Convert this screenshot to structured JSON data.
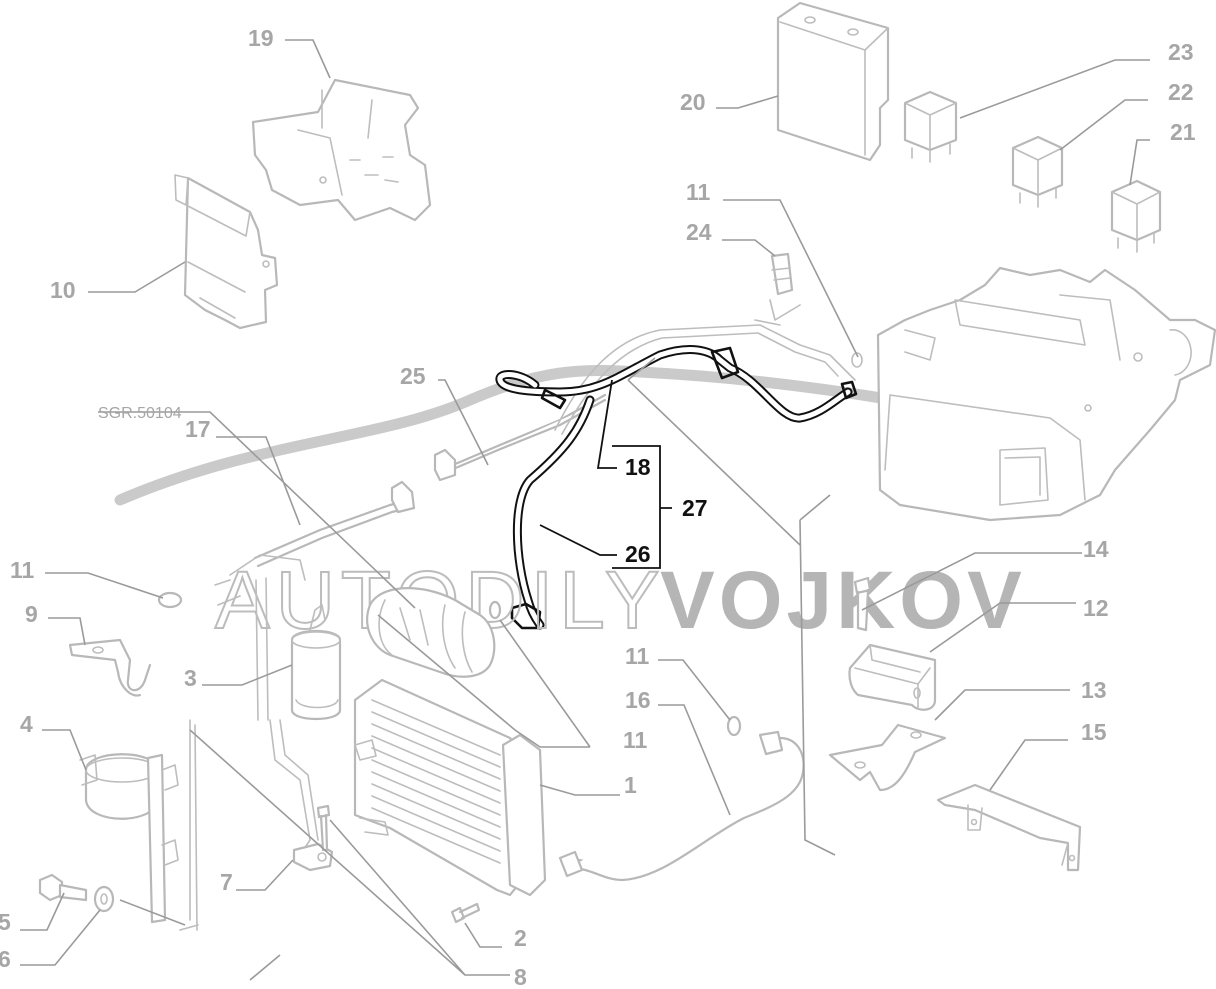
{
  "diagram": {
    "reference_code": "SGR.50104",
    "watermark": {
      "light_text": "AUTODILY",
      "bold_text": "VOJKOV"
    },
    "colors": {
      "line_gray": "#b8b8b8",
      "label_gray": "#a6a6a6",
      "highlight": "#111111",
      "background": "#ffffff"
    },
    "callouts": [
      {
        "id": "c19",
        "label": "19",
        "part": "fuse/relay box bracket"
      },
      {
        "id": "c10",
        "label": "10",
        "part": "control unit"
      },
      {
        "id": "c20",
        "label": "20",
        "part": "electronic control unit"
      },
      {
        "id": "c23",
        "label": "23",
        "part": "relay"
      },
      {
        "id": "c22",
        "label": "22",
        "part": "relay"
      },
      {
        "id": "c21",
        "label": "21",
        "part": "relay"
      },
      {
        "id": "c11a",
        "label": "11",
        "part": "o-ring"
      },
      {
        "id": "c24",
        "label": "24",
        "part": "pressure switch"
      },
      {
        "id": "c25",
        "label": "25",
        "part": "pipe"
      },
      {
        "id": "c17",
        "label": "17",
        "part": "pipe"
      },
      {
        "id": "c18",
        "label": "18",
        "part": "hose",
        "highlighted": true
      },
      {
        "id": "c26",
        "label": "26",
        "part": "hose",
        "highlighted": true
      },
      {
        "id": "c27",
        "label": "27",
        "part": "hose assembly",
        "highlighted": true
      },
      {
        "id": "c11b",
        "label": "11",
        "part": "o-ring"
      },
      {
        "id": "c9",
        "label": "9",
        "part": "clamp"
      },
      {
        "id": "c3",
        "label": "3",
        "part": "receiver drier"
      },
      {
        "id": "c4",
        "label": "4",
        "part": "bracket with clamp"
      },
      {
        "id": "c5",
        "label": "5",
        "part": "bolt"
      },
      {
        "id": "c6",
        "label": "6",
        "part": "washer"
      },
      {
        "id": "c7",
        "label": "7",
        "part": "pipe"
      },
      {
        "id": "c8",
        "label": "8",
        "part": "bolt"
      },
      {
        "id": "c2",
        "label": "2",
        "part": "screw"
      },
      {
        "id": "c1",
        "label": "1",
        "part": "condenser"
      },
      {
        "id": "c11c",
        "label": "11",
        "part": "o-ring"
      },
      {
        "id": "c11d",
        "label": "11",
        "part": "o-ring"
      },
      {
        "id": "c16",
        "label": "16",
        "part": "pipe"
      },
      {
        "id": "c14",
        "label": "14",
        "part": "bolt"
      },
      {
        "id": "c12",
        "label": "12",
        "part": "rubber mount"
      },
      {
        "id": "c13",
        "label": "13",
        "part": "bracket"
      },
      {
        "id": "c15",
        "label": "15",
        "part": "bracket"
      }
    ]
  }
}
